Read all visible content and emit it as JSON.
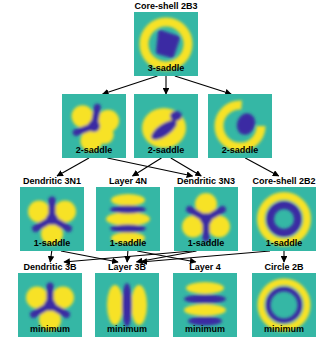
{
  "diagram": {
    "nodes": [
      {
        "text": [
          "Core-shell 2B3",
          "3-saddle"
        ]
      },
      {
        "text": [
          "2-saddle"
        ]
      },
      {
        "text": [
          "2-saddle"
        ]
      },
      {
        "text": [
          "2-saddle"
        ]
      },
      {
        "text": [
          "Dendritic 3N1",
          "1-saddle"
        ]
      },
      {
        "text": [
          "Layer 4N",
          "1-saddle"
        ]
      },
      {
        "text": [
          "Dendritic 3N3",
          "1-saddle"
        ]
      },
      {
        "text": [
          "Core-shell 2B2",
          "1-saddle"
        ]
      },
      {
        "text": [
          "Dendritic 3B",
          "minimum"
        ]
      },
      {
        "text": [
          "Layer 3B",
          "minimum"
        ]
      },
      {
        "text": [
          "Layer 4",
          "minimum"
        ]
      },
      {
        "text": [
          "Circle 2B",
          "minimum"
        ]
      }
    ],
    "edges": [
      {
        "from": 0,
        "to": 1,
        "arrow": "to"
      },
      {
        "from": 0,
        "to": 2,
        "arrow": "to"
      },
      {
        "from": 0,
        "to": 3,
        "arrow": "to"
      },
      {
        "from": 1,
        "to": 4,
        "arrow": "to"
      },
      {
        "from": 1,
        "to": 6,
        "arrow": "to"
      },
      {
        "from": 2,
        "to": 5,
        "arrow": "to"
      },
      {
        "from": 2,
        "to": 6,
        "arrow": "to"
      },
      {
        "from": 3,
        "to": 7,
        "arrow": "to"
      },
      {
        "from": 4,
        "to": 8,
        "arrow": "to"
      },
      {
        "from": 4,
        "to": 9,
        "arrow": "to"
      },
      {
        "from": 5,
        "to": 9,
        "arrow": "to"
      },
      {
        "from": 5,
        "to": 10,
        "arrow": "to"
      },
      {
        "from": 6,
        "to": 8,
        "arrow": "to"
      },
      {
        "from": 6,
        "to": 9,
        "arrow": "to"
      },
      {
        "from": 7,
        "to": 11,
        "arrow": "to"
      },
      {
        "from": 7,
        "to": 9,
        "arrow": "to"
      }
    ]
  }
}
